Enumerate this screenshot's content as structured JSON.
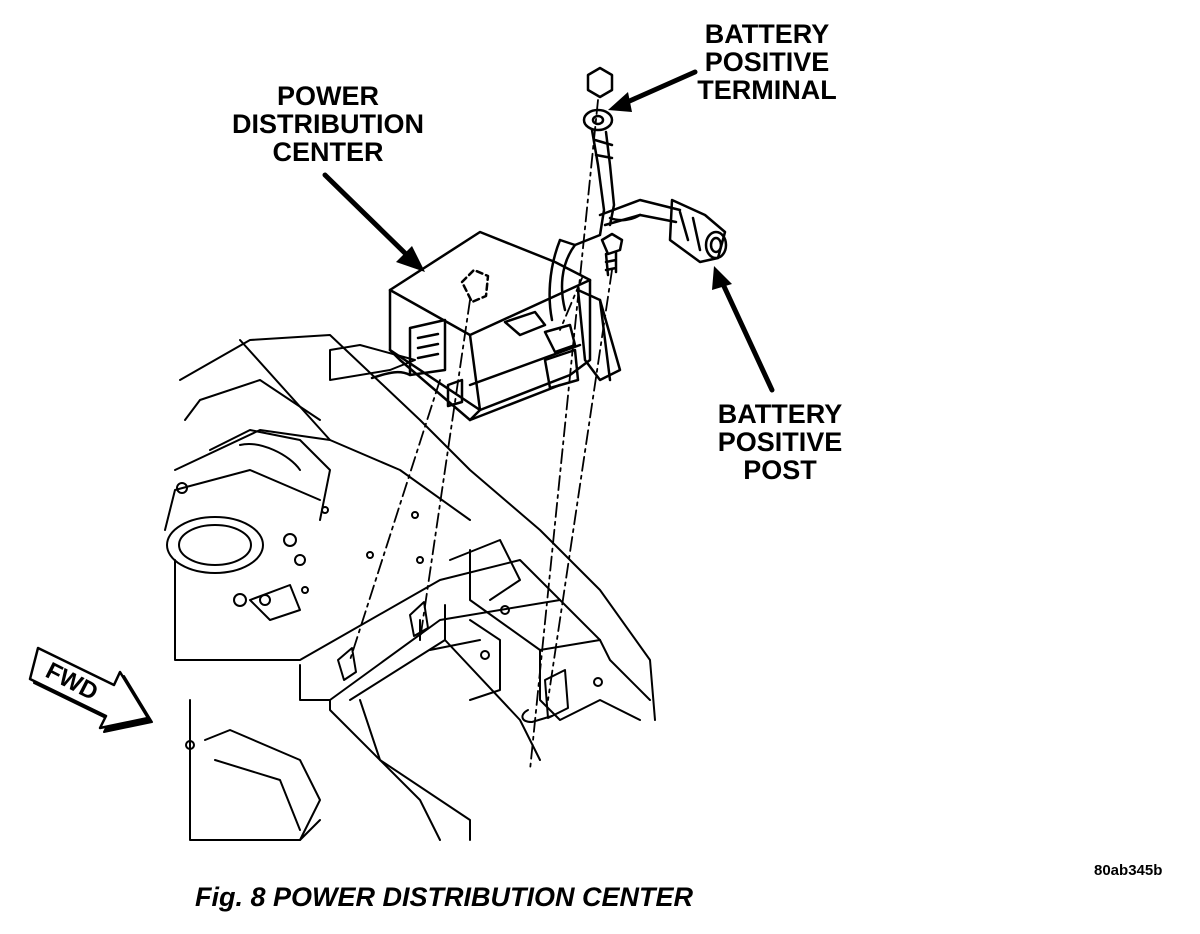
{
  "labels": {
    "power_distribution_center": [
      "POWER",
      "DISTRIBUTION",
      "CENTER"
    ],
    "battery_positive_terminal": [
      "BATTERY",
      "POSITIVE",
      "TERMINAL"
    ],
    "battery_positive_post": [
      "BATTERY",
      "POSITIVE",
      "POST"
    ]
  },
  "fwd_indicator": "FWD",
  "reference_code": "80ab345b",
  "caption": "Fig. 8 POWER DISTRIBUTION CENTER",
  "colors": {
    "ink": "#000000",
    "paper": "#ffffff"
  }
}
